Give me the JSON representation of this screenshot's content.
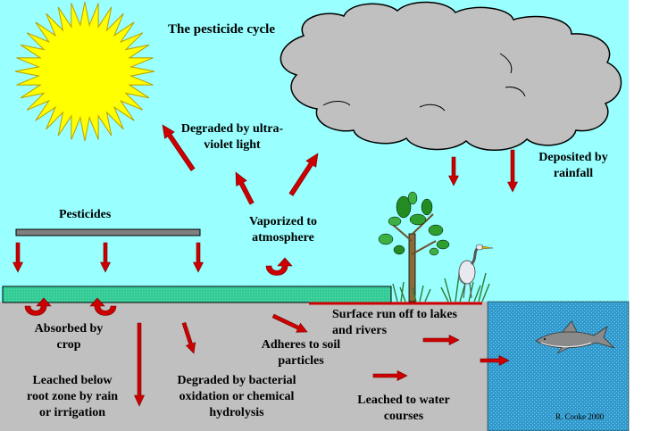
{
  "title": "The pesticide cycle",
  "labels": {
    "uv": [
      "Degraded by ultra-",
      "violet light"
    ],
    "rainfall": [
      "Deposited by",
      "rainfall"
    ],
    "pesticides": "Pesticides",
    "vaporized": [
      "Vaporized to",
      "atmosphere"
    ],
    "absorbed": [
      "Absorbed by",
      "crop"
    ],
    "runoff": [
      "Surface run off to lakes",
      "and rivers"
    ],
    "adheres": [
      "Adheres to soil",
      "particles"
    ],
    "leached_root": [
      "Leached below",
      "root zone by rain",
      "or irrigation"
    ],
    "degraded_bact": [
      "Degraded by bacterial",
      "oxidation or chemical",
      "hydrolysis"
    ],
    "leached_water": [
      "Leached to water",
      "courses"
    ]
  },
  "credit": "R. Cooke 2000",
  "colors": {
    "sky": "#99ffff",
    "ground": "#c0c0c0",
    "field": "#33cc99",
    "water": "#3399cc",
    "sun": "#ffff00",
    "cloud": "#c0c0c0",
    "arrow": "#cc0000",
    "spray_bar": "#808080"
  },
  "icons": [
    "sun-icon",
    "cloud-icon",
    "tree-icon",
    "heron-icon",
    "shark-icon",
    "grass-icon",
    "spray-bar-icon"
  ]
}
